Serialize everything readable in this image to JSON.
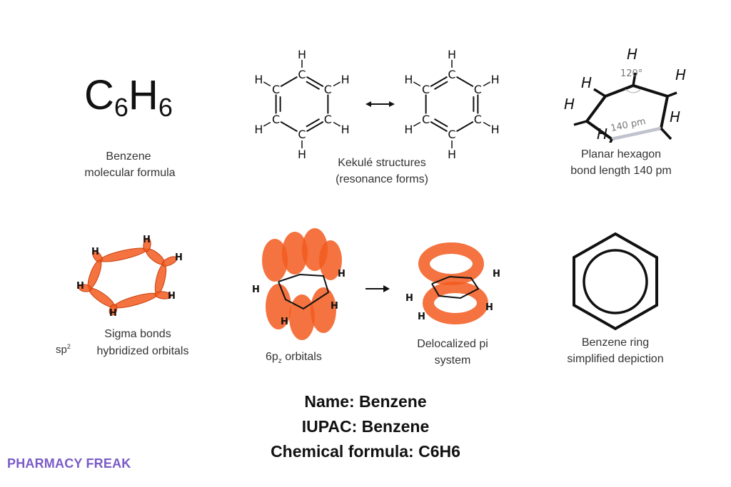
{
  "formula": {
    "c": "C",
    "c_sub": "6",
    "h": "H",
    "h_sub": "6"
  },
  "atom_labels": {
    "carbon": "C",
    "hydrogen": "H"
  },
  "captions": {
    "formula_1": "Benzene",
    "formula_2": "molecular formula",
    "kekule_1": "Kekulé structures",
    "kekule_2": "(resonance forms)",
    "planar_1": "Planar hexagon",
    "planar_2": "bond length 140 pm",
    "angle": "120°",
    "bond_length": "140 pm",
    "sigma_1": "Sigma bonds",
    "sigma_sp": "sp",
    "sigma_sp_sup": "2",
    "sigma_2": "hybridized orbitals",
    "pz_pre": "6p",
    "pz_sub": "z",
    "pz_post": " orbitals",
    "pi_1": "Delocalized pi",
    "pi_2": "system",
    "ring_1": "Benzene ring",
    "ring_2": "simplified depiction"
  },
  "info": {
    "name": "Name: Benzene",
    "iupac": "IUPAC: Benzene",
    "formula": "Chemical formula: C6H6"
  },
  "brand": "PHARMACY FREAK",
  "colors": {
    "orbital": "#f25a1e",
    "brand": "#7a5bc7",
    "bond_highlight": "#c0c4d0"
  }
}
